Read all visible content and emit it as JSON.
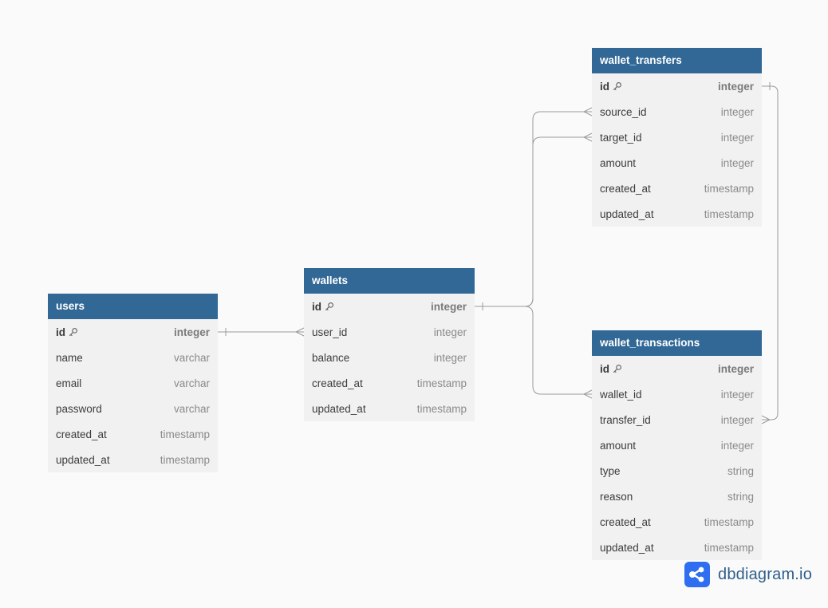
{
  "tables": [
    {
      "id": "users",
      "title": "users",
      "columns": [
        {
          "name": "id",
          "type": "integer",
          "pk": true
        },
        {
          "name": "name",
          "type": "varchar"
        },
        {
          "name": "email",
          "type": "varchar"
        },
        {
          "name": "password",
          "type": "varchar"
        },
        {
          "name": "created_at",
          "type": "timestamp"
        },
        {
          "name": "updated_at",
          "type": "timestamp"
        }
      ]
    },
    {
      "id": "wallets",
      "title": "wallets",
      "columns": [
        {
          "name": "id",
          "type": "integer",
          "pk": true
        },
        {
          "name": "user_id",
          "type": "integer"
        },
        {
          "name": "balance",
          "type": "integer"
        },
        {
          "name": "created_at",
          "type": "timestamp"
        },
        {
          "name": "updated_at",
          "type": "timestamp"
        }
      ]
    },
    {
      "id": "wallet_transfers",
      "title": "wallet_transfers",
      "columns": [
        {
          "name": "id",
          "type": "integer",
          "pk": true
        },
        {
          "name": "source_id",
          "type": "integer"
        },
        {
          "name": "target_id",
          "type": "integer"
        },
        {
          "name": "amount",
          "type": "integer"
        },
        {
          "name": "created_at",
          "type": "timestamp"
        },
        {
          "name": "updated_at",
          "type": "timestamp"
        }
      ]
    },
    {
      "id": "wallet_transactions",
      "title": "wallet_transactions",
      "columns": [
        {
          "name": "id",
          "type": "integer",
          "pk": true
        },
        {
          "name": "wallet_id",
          "type": "integer"
        },
        {
          "name": "transfer_id",
          "type": "integer"
        },
        {
          "name": "amount",
          "type": "integer"
        },
        {
          "name": "type",
          "type": "string"
        },
        {
          "name": "reason",
          "type": "string"
        },
        {
          "name": "created_at",
          "type": "timestamp"
        },
        {
          "name": "updated_at",
          "type": "timestamp"
        }
      ]
    }
  ],
  "relationships": [
    {
      "from_table": "users",
      "from_column": "id",
      "to_table": "wallets",
      "to_column": "user_id",
      "type": "one-to-many"
    },
    {
      "from_table": "wallets",
      "from_column": "id",
      "to_table": "wallet_transfers",
      "to_column": "source_id",
      "type": "one-to-many"
    },
    {
      "from_table": "wallets",
      "from_column": "id",
      "to_table": "wallet_transfers",
      "to_column": "target_id",
      "type": "one-to-many"
    },
    {
      "from_table": "wallets",
      "from_column": "id",
      "to_table": "wallet_transactions",
      "to_column": "wallet_id",
      "type": "one-to-many"
    },
    {
      "from_table": "wallet_transfers",
      "from_column": "id",
      "to_table": "wallet_transactions",
      "to_column": "transfer_id",
      "type": "one-to-many"
    }
  ],
  "colors": {
    "header": "#316896",
    "body": "#f1f1f1",
    "connector": "#9a9a9a",
    "brand": "#2f5e8c",
    "logo": "#2f6ef0"
  },
  "icons": {
    "primary_key": "key-icon",
    "logo": "dbdiagram-logo-icon"
  },
  "brand": {
    "name": "dbdiagram.io"
  }
}
